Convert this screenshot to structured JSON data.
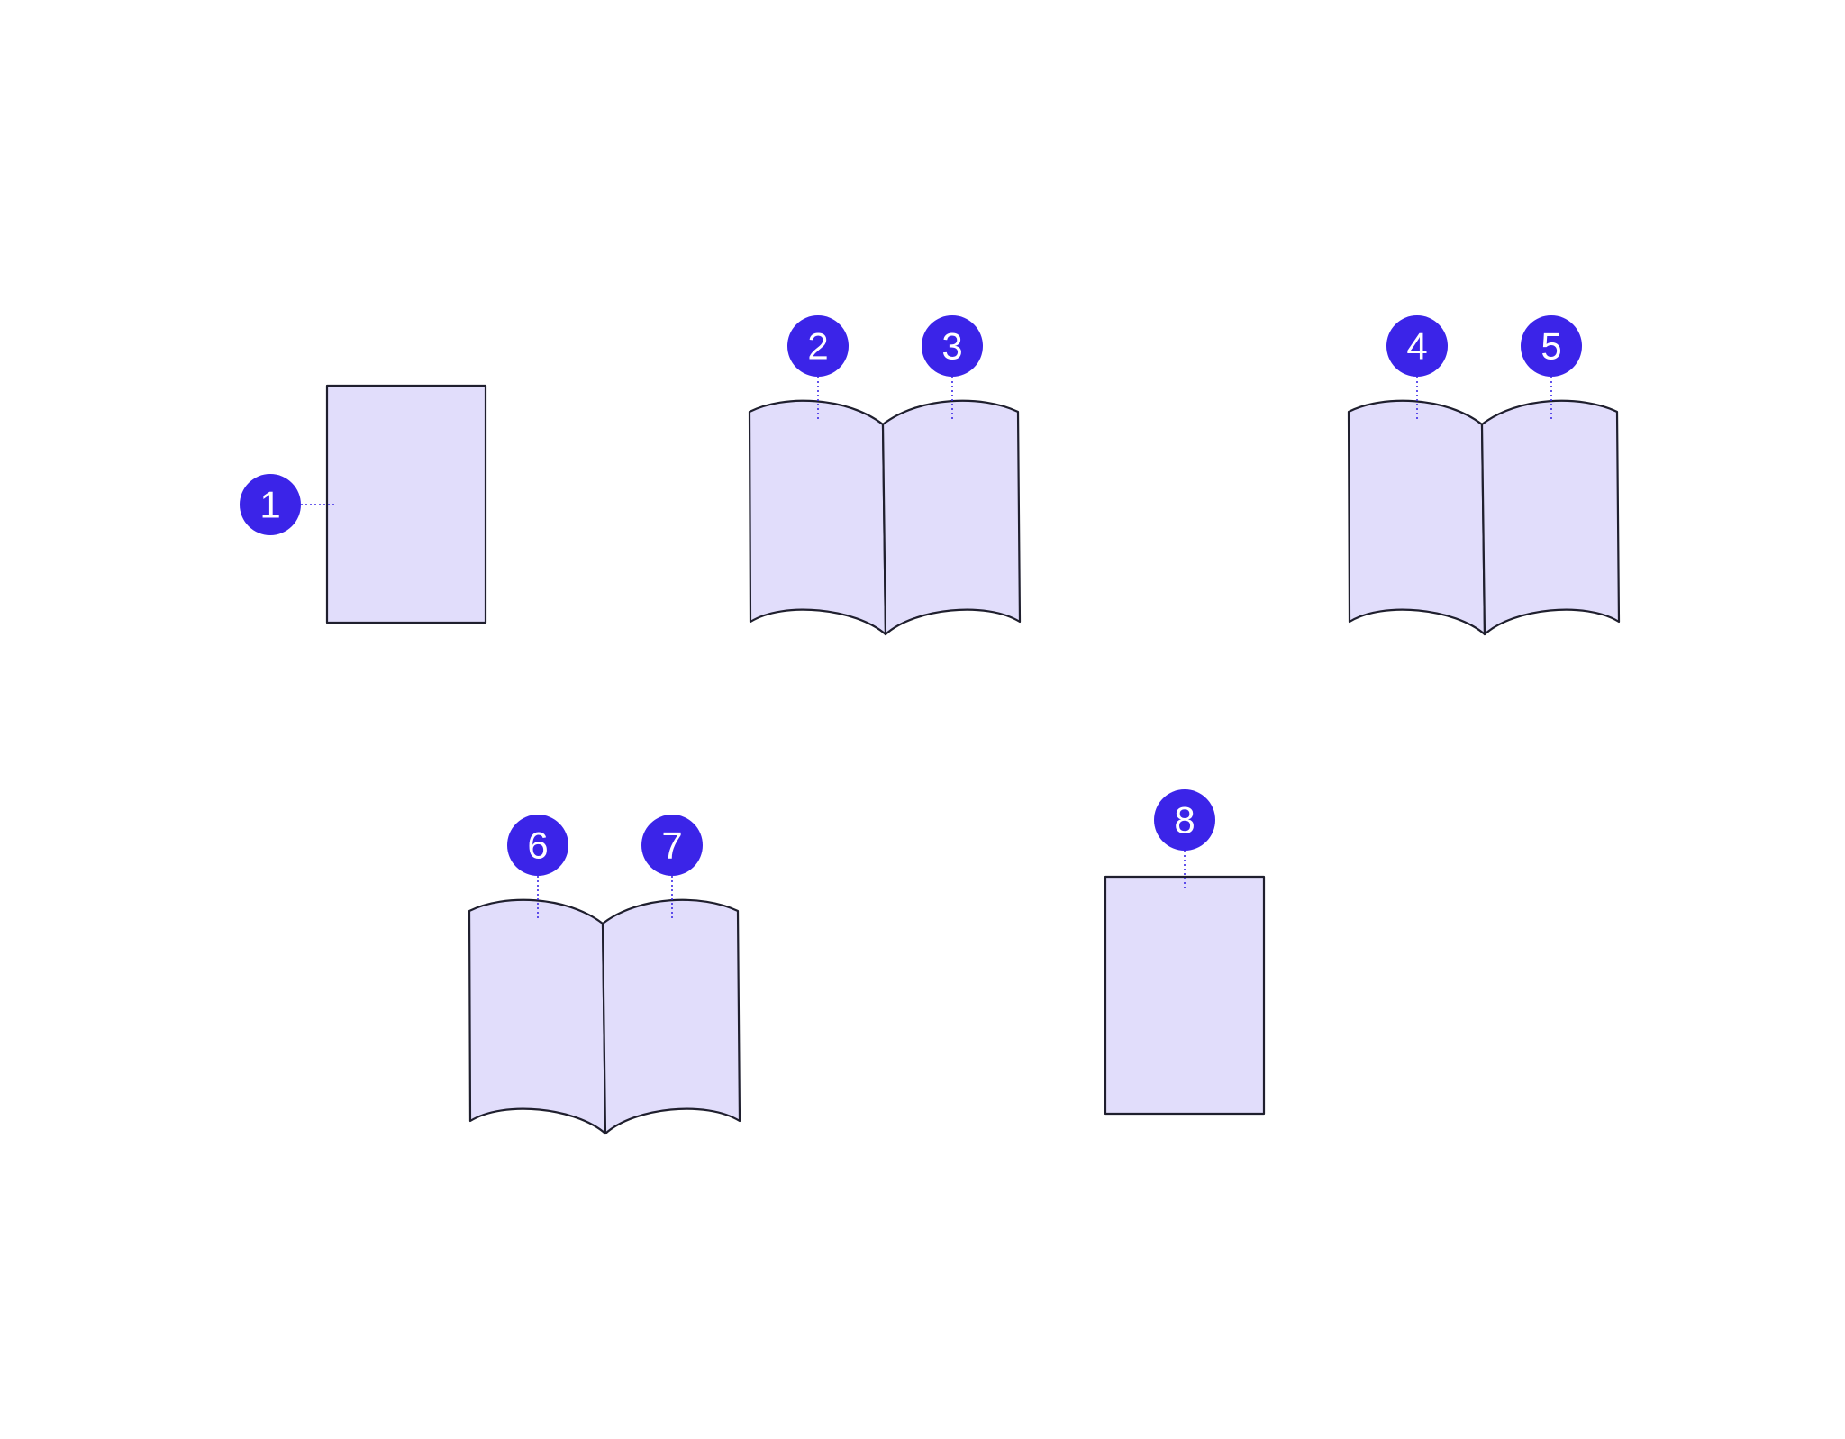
{
  "colors": {
    "accent": "#3b24e8",
    "page_fill": "#e1ddfb",
    "outline": "#1f1f2e",
    "background": "#ffffff"
  },
  "figures": [
    {
      "type": "single-page",
      "callouts": [
        "1"
      ]
    },
    {
      "type": "spread",
      "callouts": [
        "2",
        "3"
      ]
    },
    {
      "type": "spread",
      "callouts": [
        "4",
        "5"
      ]
    },
    {
      "type": "spread",
      "callouts": [
        "6",
        "7"
      ]
    },
    {
      "type": "single-page",
      "callouts": [
        "8"
      ]
    }
  ],
  "badges": {
    "b1": "1",
    "b2": "2",
    "b3": "3",
    "b4": "4",
    "b5": "5",
    "b6": "6",
    "b7": "7",
    "b8": "8"
  }
}
